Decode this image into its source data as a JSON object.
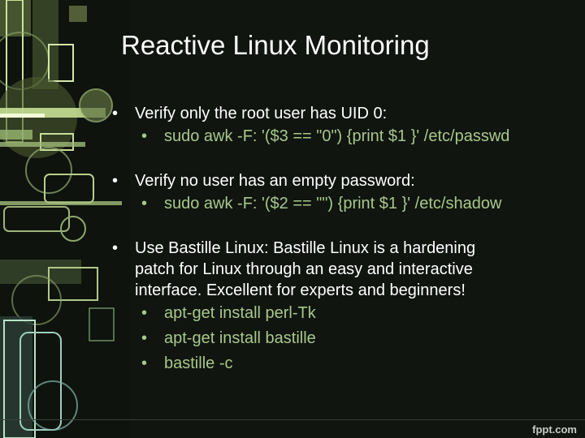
{
  "slide": {
    "title": "Reactive Linux Monitoring",
    "bullet_glyph": "•",
    "items": [
      {
        "text": "Verify only the root user has UID 0:",
        "subitems": [
          "sudo awk -F: '($3 == \"0\") {print $1 }' /etc/passwd"
        ]
      },
      {
        "text": "Verify no user has an empty password:",
        "subitems": [
          "sudo awk -F: '($2 == \"\") {print $1 }' /etc/shadow"
        ]
      },
      {
        "text_lines": [
          "Use Bastille Linux: Bastille Linux is a hardening",
          "patch for Linux through an easy and interactive",
          "interface. Excellent for experts and beginners!"
        ],
        "subitems": [
          "apt-get install perl-Tk",
          "apt-get install bastille",
          "bastille -c"
        ]
      }
    ],
    "colors": {
      "background": "#101510",
      "title": "#ffffff",
      "level1_text": "#ffffff",
      "level2_text": "#a8c88a"
    }
  },
  "footer": {
    "watermark": "fppt.com"
  }
}
